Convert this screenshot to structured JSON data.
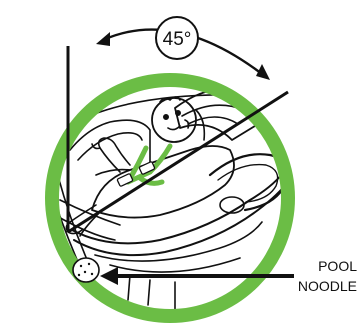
{
  "angle_label": "45°",
  "callout": {
    "line1": "POOL",
    "line2": "NOODLE"
  },
  "colors": {
    "ring": "#6bbd45",
    "ink": "#111111",
    "background": "#ffffff"
  },
  "icons": [
    "angle-arrow-icon",
    "car-seat-illustration",
    "pool-noodle-icon"
  ]
}
